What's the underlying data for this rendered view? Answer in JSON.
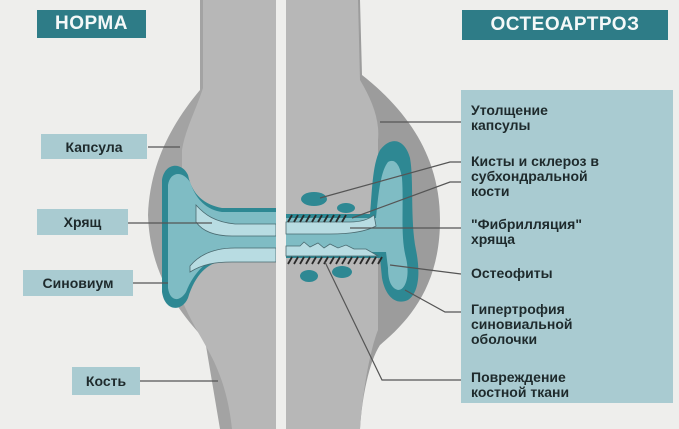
{
  "titles": {
    "left": "НОРМА",
    "right": "ОСТЕОАРТРОЗ"
  },
  "normal_labels": [
    {
      "id": "capsule",
      "text": "Капсула"
    },
    {
      "id": "cartilage",
      "text": "Хрящ"
    },
    {
      "id": "synovium",
      "text": "Синовиум"
    },
    {
      "id": "bone",
      "text": "Кость"
    }
  ],
  "osteoarthritis_labels": [
    {
      "id": "capsule-thickening",
      "line1": "Утолщение",
      "line2": "капсулы",
      "line3": ""
    },
    {
      "id": "cysts-sclerosis",
      "line1": "Кисты и склероз в",
      "line2": "субхондральной",
      "line3": "кости"
    },
    {
      "id": "fibrillation",
      "line1": "\"Фибрилляция\"",
      "line2": "хряща",
      "line3": ""
    },
    {
      "id": "osteophytes",
      "line1": "Остеофиты",
      "line2": "",
      "line3": ""
    },
    {
      "id": "synovial-hypertrophy",
      "line1": "Гипертрофия",
      "line2": "синовиальной",
      "line3": "оболочки"
    },
    {
      "id": "bone-damage",
      "line1": "Повреждение",
      "line2": "костной ткани",
      "line3": ""
    }
  ],
  "colors": {
    "background": "#eeeeec",
    "bone": "#b4b4b4",
    "capsule": "#9c9c9c",
    "synovial_fluid": "#7fbcc4",
    "synovium": "#2e8893",
    "cartilage": "#b8dce2",
    "title_bg": "#2e7c87",
    "label_bg": "#a9cbd1"
  }
}
